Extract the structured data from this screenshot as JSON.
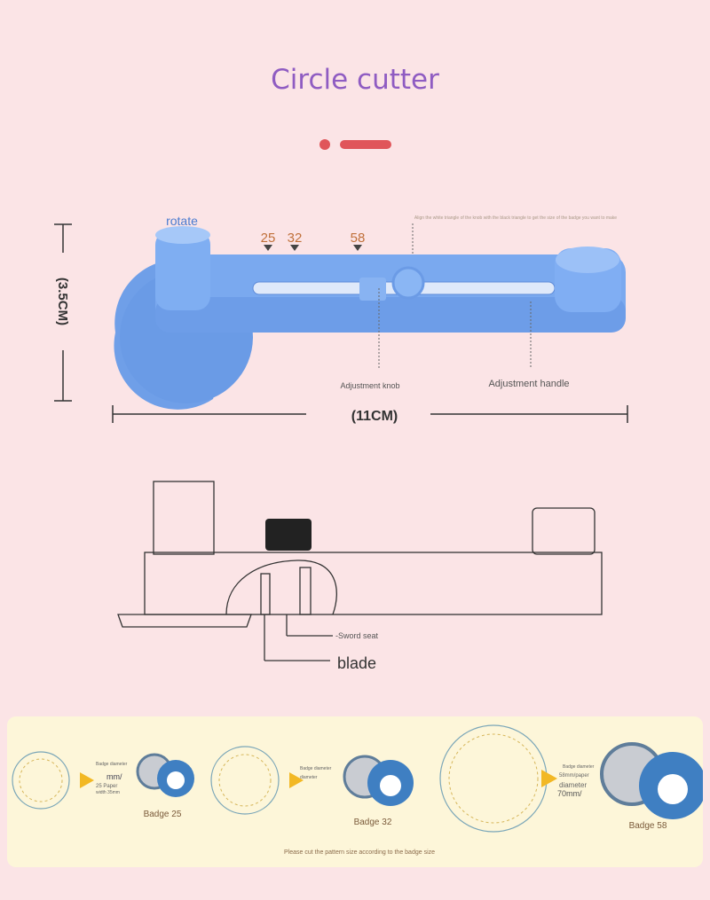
{
  "title": "Circle cutter",
  "accent_color": "#8f5cc2",
  "top_view": {
    "rotate_label": "rotate",
    "instruction": "Align the white triangle of the knob with the black triangle to get the size of the badge you want to make",
    "size_marks": [
      "25",
      "32",
      "58"
    ],
    "height_label": "(3.5CM)",
    "width_label": "(11CM)",
    "knob_label": "Adjustment knob",
    "handle_label": "Adjustment handle"
  },
  "side_view": {
    "sword_seat_label": "-Sword seat",
    "blade_label": "blade"
  },
  "badges": {
    "items": [
      {
        "label": "Badge 25",
        "note_title": "Badge diameter",
        "note_lines": [
          "mm/",
          "25 Paper",
          "width 35mm"
        ]
      },
      {
        "label": "Badge 32",
        "note_title": "Badge diameter",
        "note_lines": [
          "diameter"
        ]
      },
      {
        "label": "Badge 58",
        "note_title": "Badge diameter",
        "note_lines": [
          "58mm/paper",
          "diameter",
          "70mm/"
        ]
      }
    ],
    "footer": "Please cut the pattern size according to the badge size"
  }
}
